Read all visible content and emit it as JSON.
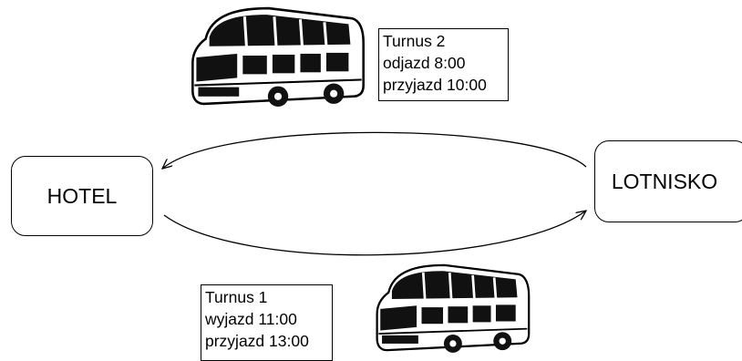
{
  "nodes": {
    "hotel": "HOTEL",
    "airport": "LOTNISKO"
  },
  "turns": [
    {
      "title": "Turnus 1",
      "depart": "wyjazd 11:00",
      "arrive": "przyjazd 13:00"
    },
    {
      "title": "Turnus 2",
      "depart": "odjazd 8:00",
      "arrive": "przyjazd 10:00"
    }
  ],
  "icons": [
    "bus-icon",
    "bus-icon"
  ]
}
